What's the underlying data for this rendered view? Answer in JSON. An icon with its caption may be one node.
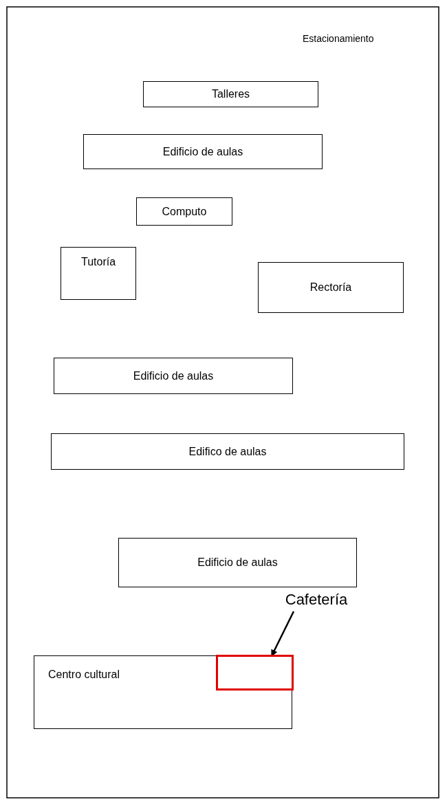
{
  "diagram": {
    "nodes": [
      {
        "text": [
          "Talleres"
        ]
      },
      {
        "text": [
          "Edificio de aulas"
        ]
      },
      {
        "text": [
          "Computo"
        ]
      },
      {
        "text": [
          "Tutoría"
        ]
      },
      {
        "text": [
          "Rectoría"
        ]
      },
      {
        "text": [
          "Edificio de aulas"
        ]
      },
      {
        "text": [
          "Edifico de aulas"
        ]
      },
      {
        "text": [
          "Edificio de aulas"
        ]
      },
      {
        "text": [
          "Centro cultural"
        ]
      },
      {
        "text": [],
        "shape": "box",
        "in": 8
      },
      {
        "text": [
          "Cafetería"
        ]
      }
    ],
    "edges": [
      {
        "from": 10,
        "to": 9,
        "arrow": "to"
      }
    ],
    "labels": [
      "Estacionamiento"
    ]
  }
}
